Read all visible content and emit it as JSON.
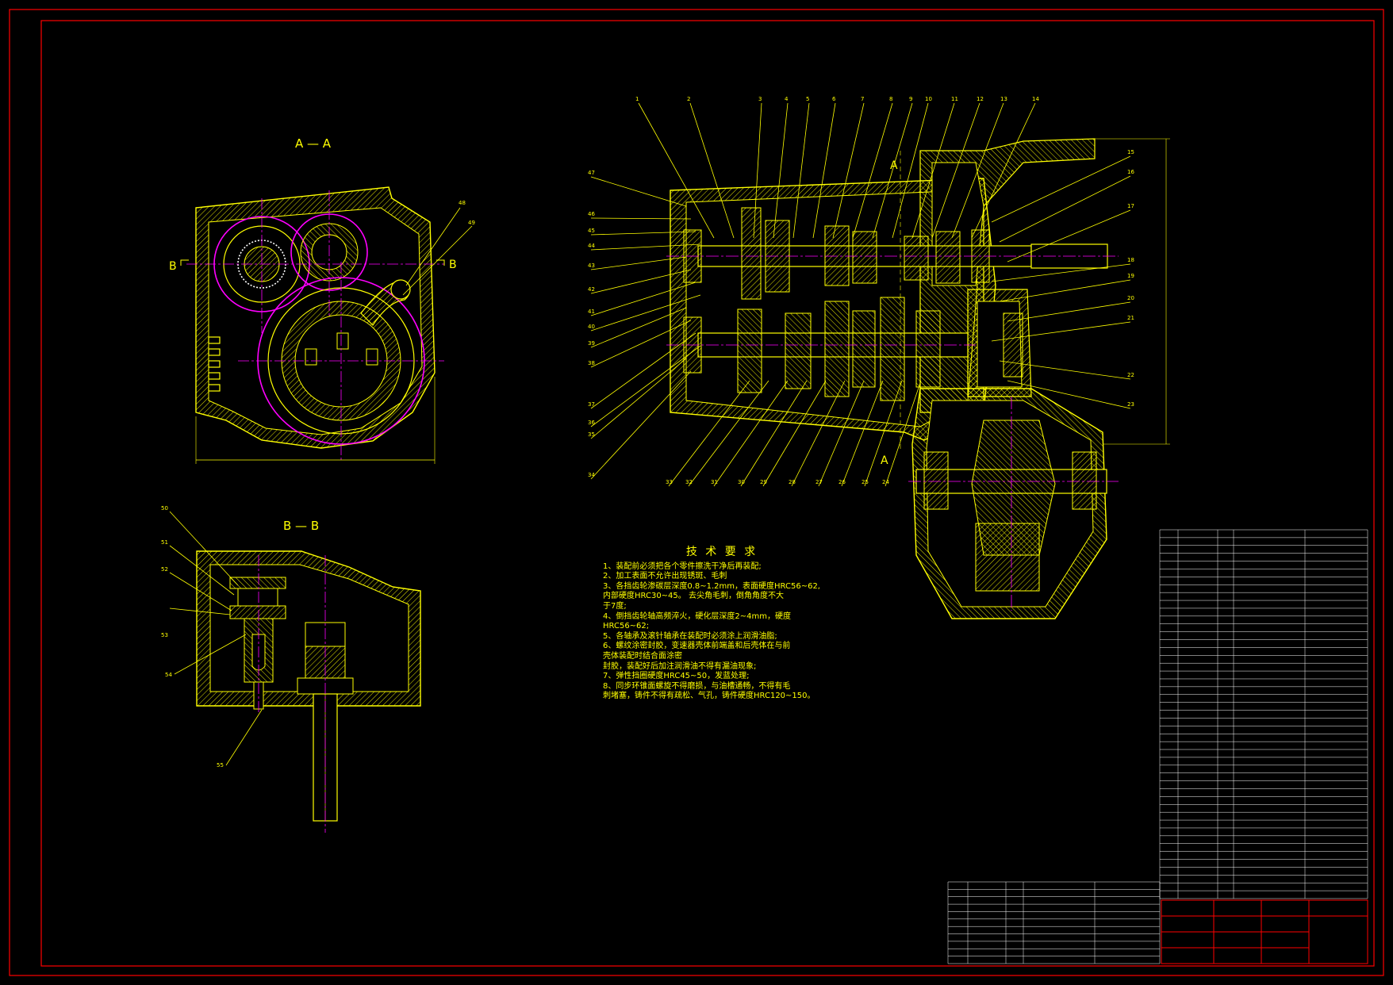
{
  "colors": {
    "background": "#000000",
    "border": "#ff0000",
    "outline": "#ffff00",
    "hatch": "#ffff00",
    "center_line": "#ff00ff",
    "leader": "#ffff00",
    "text": "#ffffff",
    "table": "#ffffff"
  },
  "views": {
    "section_aa_title": "A — A",
    "section_bb_title": "B — B",
    "cut_mark_a": "A",
    "cut_mark_b": "B"
  },
  "callouts": {
    "main_top": [
      "1",
      "2",
      "3",
      "4",
      "5",
      "6",
      "7",
      "8",
      "9",
      "10",
      "11",
      "12",
      "13",
      "14"
    ],
    "main_right": [
      "15",
      "16",
      "17",
      "18",
      "19",
      "20",
      "21",
      "22",
      "23"
    ],
    "main_left": [
      "47",
      "46",
      "45",
      "44",
      "43",
      "42",
      "41",
      "40",
      "39",
      "38",
      "37",
      "36",
      "35",
      "34"
    ],
    "main_bottom": [
      "33",
      "32",
      "31",
      "30",
      "29",
      "28",
      "27",
      "26",
      "25",
      "24"
    ],
    "view_aa": [
      "48",
      "49"
    ],
    "view_bb": [
      "50",
      "51",
      "52",
      "53",
      "54",
      "55"
    ]
  },
  "technical_requirements": {
    "title": "技 术 要 求",
    "lines": [
      "1、装配前必须把各个零件擦洗干净后再装配;",
      "2、加工表面不允许出现锈斑、毛刺",
      "3、各挡齿轮渗碳层深度0.8~1.2mm，表面硬度HRC56~62,",
      "   内部硬度HRC30~45。 去尖角毛刺，倒角角度不大",
      "   于7度;",
      "4、倒挡齿轮轴高频淬火，硬化层深度2~4mm，硬度",
      "   HRC56~62;",
      "5、各轴承及滚针轴承在装配时必须涂上润滑油脂;",
      "6、螺纹涂密封胶，变速器壳体前端盖和后壳体在与前",
      "   壳体装配时结合面涂密",
      "   封胶，装配好后加注润滑油不得有漏油现象;",
      "7、弹性挡圈硬度HRC45~50，发蓝处理;",
      "8、同步环锥面螺旋不得磨损，与油槽通畅，不得有毛",
      "   刺堵塞，铸件不得有疏松、气孔，铸件硬度HRC120~150。"
    ]
  }
}
